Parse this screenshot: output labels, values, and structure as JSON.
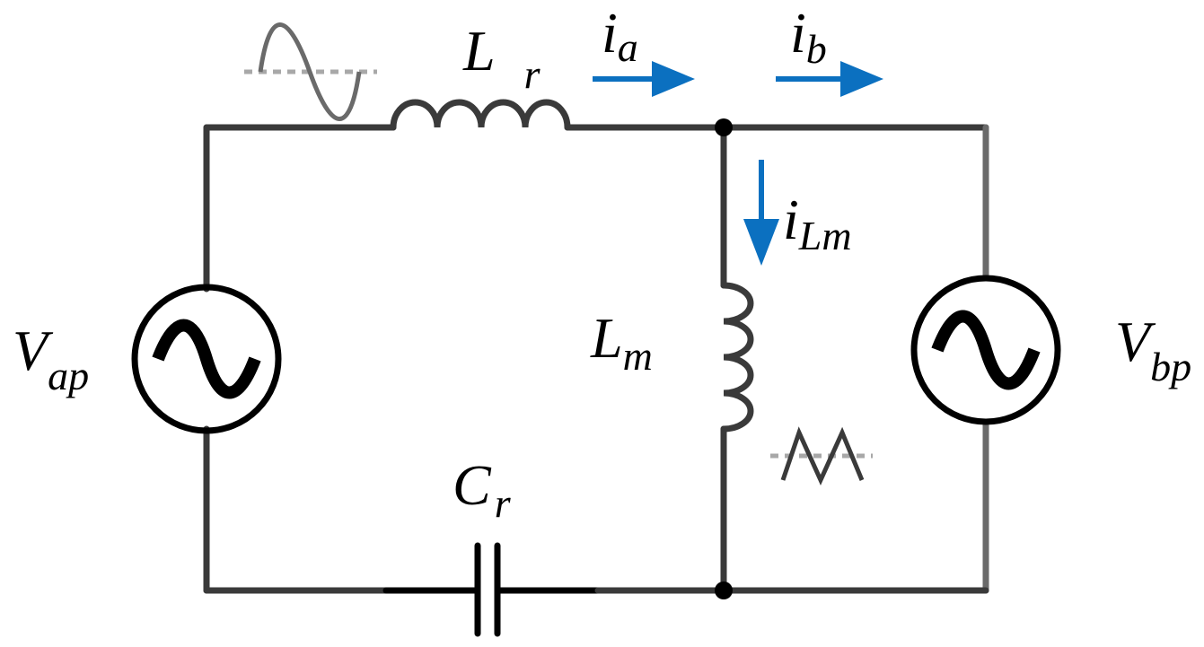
{
  "labels": {
    "vap_main": "V",
    "vap_sub": "ap",
    "vbp_main": "V",
    "vbp_sub": "bp",
    "lr_main": "L",
    "lr_sub": "r",
    "lm_main": "L",
    "lm_sub": "m",
    "cr_main": "C",
    "cr_sub": "r",
    "ia_main": "i",
    "ia_sub": "a",
    "ib_main": "i",
    "ib_sub": "b",
    "ilm_main": "i",
    "ilm_sub": "Lm"
  },
  "colors": {
    "wire": "#3a3a3a",
    "wire_light": "#6a6a6a",
    "source": "#000000",
    "current_arrow": "#0b70c0",
    "dashed": "#a8a8a8"
  }
}
